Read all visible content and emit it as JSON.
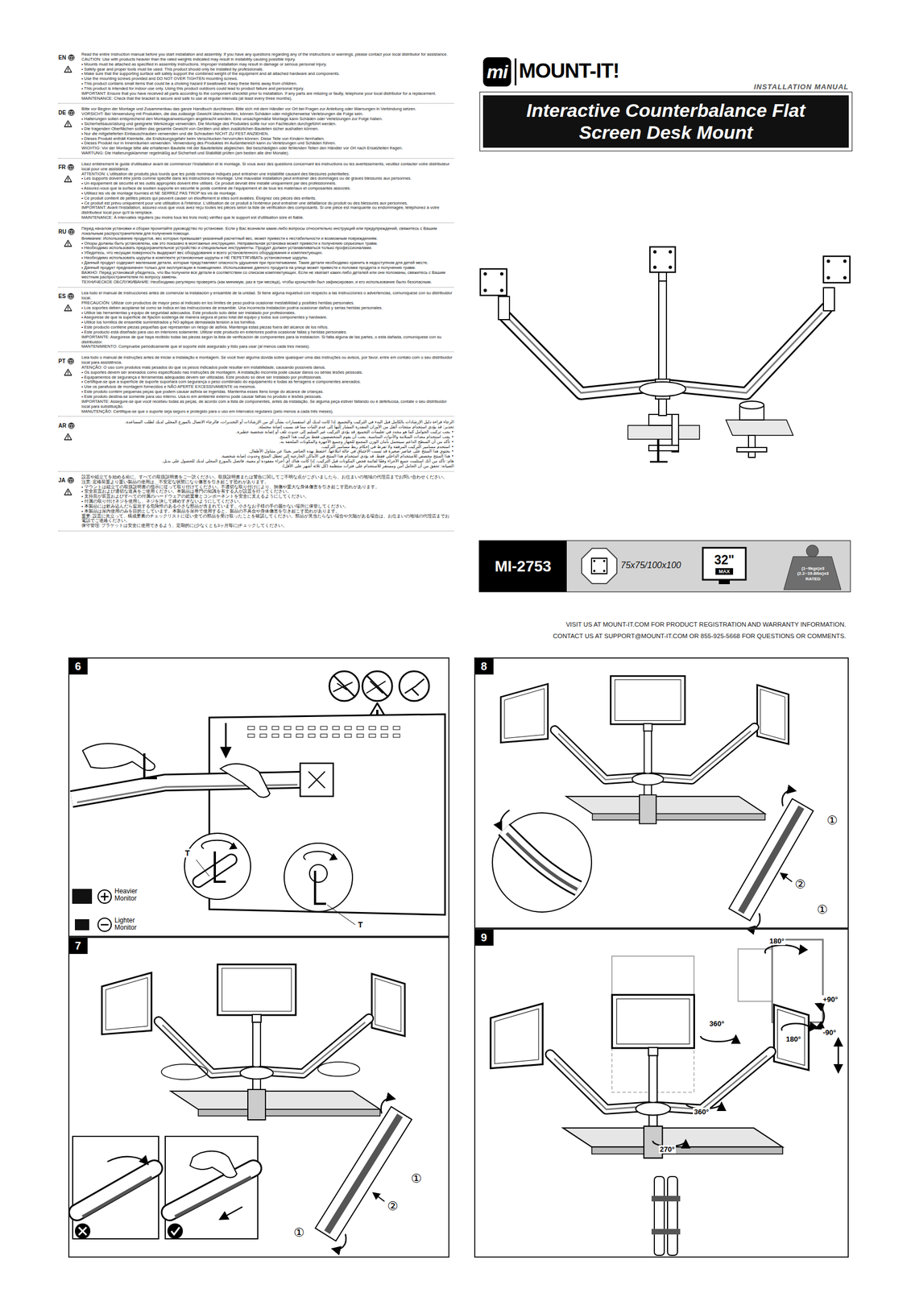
{
  "diagram": {
    "nodes": [
      {
        "text": [
          "mi"
        ]
      },
      {
        "text": [
          "Interactive Counterbalance Flat Screen Desk Mount"
        ]
      },
      {
        "text": [
          "MI-2753"
        ]
      },
      {
        "text": [
          "75x75/100x100"
        ]
      },
      {
        "text": [
          "32\"",
          "MAX"
        ],
        "in": 3
      },
      {
        "text": [
          "(1~9kgs)x3 (2.2~19.8lbs)x3",
          "RATED"
        ],
        "in": 3
      },
      {
        "text": [
          "6"
        ]
      },
      {
        "text": [
          "7"
        ]
      },
      {
        "text": [
          "8"
        ]
      },
      {
        "text": [
          "9"
        ]
      }
    ],
    "labels": [
      "MOUNT-IT!",
      "INSTALLATION MANUAL",
      "VISIT US AT MOUNT-IT.COM FOR PRODUCT REGISTRATION AND WARRANTY INFORMATION.",
      "CONTACT US AT SUPPORT@MOUNT-IT.COM OR 855-925-5668 FOR QUESTIONS OR COMMENTS.",
      "Heavier Monitor",
      "Lighter Monitor",
      "T",
      "T",
      "①",
      "②",
      "①",
      "①",
      "②",
      "①",
      "180°",
      "+90°",
      "-90°",
      "180°",
      "360°",
      "360°",
      "270°",
      "EN",
      "Read the entire instruction manual before you start installation and assembly. If you have any questions regarding any of the instructions or warnings, please contact your local distributor for assistance.",
      "CAUTION: Use with products heavier than the rated weights indicated may result in instability causing possible injury.",
      "• Mounts must be attached as specified in assembly instructions. Improper installation may result in damage or serious personal injury.",
      "• Safety gear and proper tools must be used. This product should only be installed by professionals.",
      "• Make sure that the supporting surface will safely support the combined weight of the equipment and all attached hardware and components.",
      "• Use the mounting screws provided and DO NOT OVER TIGHTEN mounting screws.",
      "• This product contains small items that could be a choking hazard if swallowed. Keep these items away from children.",
      "• This product is intended for indoor use only. Using this product outdoors could lead to product failure and personal injury.",
      "IMPORTANT: Ensure that you have received all parts according to the component checklist prior to installation. If any parts are missing or faulty, telephone your local distributor for a replacement.",
      "MAINTENANCE: Check that the bracket is secure and safe to use at regular intervals (at least every three months).",
      "DE",
      "Bitte vor Beginn der Montage und Zusammenbau das ganze Handbuch durchlesen. Bitte sich mit dem Händler vor Ort bei Fragen zur Anleitung oder Warnungen in Verbindung setzen.",
      "VORSICHT: Bei Verwendung mit Produkten, die das zulässige Gewicht überschreiten, können Schäden oder möglicherweise Verletzungen die Folge sein.",
      "• Halterungen sollen entsprechend den Montageanweisungen angebracht werden. Eine unsachgemäße Montage kann Schäden oder Verletzungen zur Folge haben.",
      "• Sicherheitsausrüstung und geeignete Werkzeuge verwenden. Die Montage des Produktes sollte nur von Fachleuten durchgeführt werden.",
      "• Die tragenden Oberflächen sollten das gesamte Gewicht von Geräten und allen zusätzlichen Bauteilen sicher aushalten können.",
      "• Nur die mitgelieferten Einbauschrauben verwenden und die Schrauben NICHT ZU FEST ANZIEHEN.",
      "• Dieses Produkt enthält Kleinteile, die Erstickungsgefahr beim Verschlucken hervorrufen können. Diese Teile von Kindern fernhalten.",
      "• Dieses Produkt nur in Innenräumen verwenden. Verwendung des Produktes im Außenbereich kann zu Verletzungen und Schäden führen.",
      "WICHTIG: Vor der Montage bitte alle erhaltenen Bauteile mit der Bauteileliste abgleichen. Bei beschädigten oder fehlenden Teilen den Händler vor Ort nach Ersatzteilen fragen.",
      "WARTUNG: Die Halterungsklammer regelmäßig auf Sicherheit und Stabilität prüfen (am besten alle drei Monate).",
      "FR",
      "Lisez entièrement le guide d'utilisateur avant de commencer l'installation et le montage. Si vous avez des questions concernant les instructions ou les avertissements, veuillez contacter votre distributeur local pour une assistance.",
      "ATTENTION: L'utilisation de produits plus lourds que les poids nominaux indiqués peut entraîner une instabilité causant des blessures potentielles.",
      "• Les supports doivent être joints comme spécifié dans les instructions de montage. Une mauvaise installation peut entraîner des dommages ou de graves blessures aux personnes.",
      "• Un équipement de sécurité et les outils appropriés doivent être utilisés. Ce produit devrait être installé uniquement par des professionnels.",
      "• Assurez-vous que la surface de soutien supporte en sécurité le poids combiné de l'équipement et de tous les matériaux et composantes associés.",
      "• Utilisez les vis de montage fournies et NE SERREZ PAS TROP les vis de montage.",
      "• Ce produit contient de petites pièces qui peuvent causer un étouffement si elles sont avalées. Éloignez ces pièces des enfants.",
      "• Ce produit est prévu uniquement pour une utilisation à l'intérieur. L'utilisation de ce produit à l'extérieur peut entraîner une défaillance du produit ou des blessures aux personnes.",
      "IMPORTANT: Avant l'installation, assurez-vous que vous avez reçu toutes les pièces selon la liste de vérification des composants. Si une pièce est manquante ou endommagée, téléphonez à votre distributeur local pour qu'il la remplace.",
      "MAINTENANCE: À intervalles réguliers (au moins tous les trois mois) vérifiez que le support est d'utilisation sûre et fiable.",
      "RU",
      "Перед началом установки и сборки прочитайте руководство по установке. Если у Вас возникли какие-либо вопросы относительно инструкций или предупреждений, свяжитесь с Вашим локальным распространителем для получения помощи.",
      "Внимание: Использование продуктов, вес которых превышает указанный расчетный вес, может привести к нестабильности и возможным повреждениям.",
      "• Опоры должны быть установлены, как это показано в монтажных инструкциях. Неправильная установка может привести к получению серьезных травм.",
      "• Необходимо использовать предохранительное устройство и специальные инструменты. Продукт должен устанавливаться только профессионалами.",
      "• Убедитесь, что несущая поверхность выдержит вес оборудования и всего установленного оборудования и комплектующих.",
      "• Необходимо использовать шурупы в комплекте установочные шурупы и НЕ ПЕРЕТЯГИВАТЬ установочные шурупы.",
      "• Данный продукт содержит маленькие детали, которые представляют опасность удушения при проглатывании. Такие детали необходимо хранить в недоступном для детей месте.",
      "• Данный продукт предназначен только для эксплуатации в помещениях. Использование данного продукта на улице может привести к поломке продукта и получению травм.",
      "ВАЖНО: Перед установкой убедитесь, что Вы получили все детали в соответствии со списком комплектующих. Если не хватает каких-либо деталей или они поломаны, свяжитесь с Вашим местным распространителем по вопросу замены.",
      "ТЕХНИЧЕСКОЕ ОБСЛУЖИВАНИЕ: Необходимо регулярно проверять (как минимум, раз в три месяца), чтобы кронштейн был зафиксирован, и его использование было безопасным.",
      "ES",
      "Lea todo el manual de instrucciones antes de comenzar la instalación y ensamble de la unidad. Si tiene alguna inquietud con respecto a las instrucciones o advertencias, comuníquese con su distribuidor local.",
      "PRECAUCIÓN: Utilizar con productos de mayor peso al indicado en los límites de peso podría ocasionar inestabilidad y posibles heridas personales.",
      "• Los soportes deben acoplarse tal como se indica en las instrucciones de ensamble. Una incorrecta instalación podría ocasionar daños y serias heridas personales.",
      "• Utilice las herramientas y equipo de seguridad adecuados. Este producto solo debe ser instalado por profesionales.",
      "• Asegúrese de que la superficie de fijación sostenga de manera segura el peso total del equipo y todos sus componentes y hardware.",
      "• Utilice los tornillos de ensamble suministrados y NO aplique demasiada tensión a los tornillos.",
      "• Este producto contiene piezas pequeñas que representan un riesgo de asfixia. Mantenga estas piezas fuera del alcance de los niños.",
      "• Este producto está diseñado para uso en interiores solamente. Utilizar este producto en exteriores podría ocasionar fallas y heridas personales.",
      "IMPORTANTE: Asegúrese de que haya recibido todas las piezas según la lista de verificación de componentes para la instalación. Si falta alguna de las partes, o está dañada, comuníquese con su distribuidor.",
      "MANTENIMIENTO: Compruebe periódicamente que el soporte esté asegurado y listo para usar (al menos cada tres meses).",
      "PT",
      "Leia todo o manual de instruções antes de iniciar a instalação e montagem. Se você tiver alguma dúvida sobre quaisquer uma das instruções ou avisos, por favor, entre em contato com o seu distribuidor local para assistência.",
      "ATENÇÃO: O uso com produtos mais pesados do que os pesos indicados pode resultar em instabilidade, causando possíveis danos.",
      "• Os suportes devem ser anexados como especificado nas instruções de montagem. A instalação incorreta pode causar danos ou sérias lesões pessoais.",
      "• Equipamentos de segurança e ferramentas adequadas devem ser utilizadas. Este produto só deve ser instalado por profissionais.",
      "• Certifique-se que a superfície de suporte suportará com segurança o peso combinado do equipamento e todas as ferragens e componentes anexados.",
      "• Use os parafusos de montagem fornecidos e NÃO APERTE EXCESSIVAMENTE os mesmos.",
      "• Este produto contém pequenas peças que podem causar asfixia se ingeridas. Mantenha esses itens longe do alcance de crianças.",
      "• Este produto destina-se somente para uso interno. Usá-lo em ambiente externo pode causar falhas no produto e lesões pessoais.",
      "IMPORTANTE: Assegure-se que você recebeu todas as peças, de acordo com a lista de componentes, antes da instalação. Se alguma peça estiver faltando ou é defeituosa, contate o seu distribuidor local para substituição.",
      "MANUTENÇÃO: Certifique-se que o suporte seja seguro e protegido para o uso em intervalos regulares (pelo menos a cada três meses).",
      "AR",
      "الرجاء قراءة دليل الإرشادات بالكامل قبل البدء في التركيب والتجميع. إذا كانت لديك أي استفسارات بشأن أي من الإرشادات أو التحذيرات، فالرجاء الاتصال بالموزع المحلي لديك لطلب المساعدة.",
      "تحذير: قد يؤدي استخدام منتجات أثقل من الأوزان المقدرة المشار إليها إلى عدم الثبات مما قد يسبب إصابة محتملة.",
      "• يجب تركيب الحوامل كما هو محدد في تعليمات التجميع. قد يؤدي التركيب غير السليم إلى حدوث تلف أو إصابة شخصية خطيرة.",
      "• يجب استخدام معدات السلامة والأدوات المناسبة. يجب أن يقوم المتخصصون فقط بتركيب هذا المنتج.",
      "• تأكد من أن السطح الداعم سيتحمل بأمان الوزن المجمع للجهاز وجميع الأجهزة والمكونات الملحقة به.",
      "• استخدم مسامير التركيب المرفقة ولا تفرط في إحكام ربط مسامير التركيب.",
      "• يحتوي هذا المنتج على عناصر صغيرة قد تسبب الاختناق في حالة ابتلاعها. احتفظ بهذه العناصر بعيدًا عن متناول الأطفال.",
      "• هذا المنتج مخصص للاستخدام الداخلي فقط. قد يؤدي استخدام هذا المنتج في الأماكن الخارجية إلى تعطل المنتج وحدوث إصابة شخصية.",
      "هام: تأكد من أنك استلمت جميع الأجزاء وفقًا لقائمة فحص المكونات قبل التركيب. إذا كانت هناك أي أجزاء مفقودة أو معيبة، فاتصل بالموزع المحلي لديك للحصول على بديل.",
      "الصيانة: تحقق من أن الحامل آمن ومستقر للاستخدام على فترات منتظمة (كل ثلاثة أشهر على الأقل).",
      "JA",
      "設置や組立てを始める前に、すべての取扱説明書をご一読ください。取扱説明書または警告に関してご不明な点がございましたら、お住まいの地域の代理店までお問い合わせください。",
      "注意: 定格荷重より重い製品の使用は、不安定な状態になり傷害を引き起こす恐れがあります。",
      "• マウントは組立ての取扱説明書の指示に従って取り付けてください。不適切な取り付けにより、損傷や重大な身体傷害を引き起こす恐れがあります。",
      "• 安全装置および適切な道具をご使用ください。本製品は専門の知識を有する人が設置を行ってください。",
      "• 支持面が装置およびすべての付属のハードウェアの総重量とコンポーネントを安全に支えるようにしてください。",
      "• 付属の取り付けネジを使用し、ネジを決して締めすぎないようにしてください。",
      "• 本製品には飲み込んだら窒息する危険性のある小さな部品が含まれています。小さなお子様の手の届かない場所に保管してください。",
      "• 本製品は屋内使用のみを目的としています。本製品を屋外で使用すると、製品の不具合や身体傷害を引き起こす恐れがあります。",
      "重要: 設置に先立って、構成要素のチェックリストに従い全ての部品を受け取ったことを確認してください。部品が見当たらない場合や欠陥がある場合は、お住まいの地域の代理店までお電話でご連絡ください。",
      "保守管理: ブラケットは安全に使用できるよう、定期的に(少なくとも3ヶ月毎に)チェックしてください。"
    ]
  }
}
